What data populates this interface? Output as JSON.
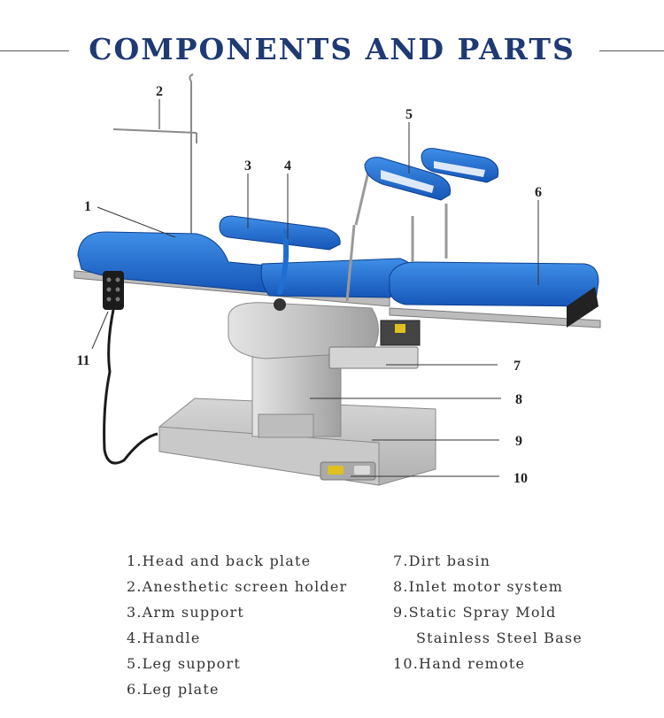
{
  "title": "COMPONENTS AND PARTS",
  "callouts": [
    "1",
    "2",
    "3",
    "4",
    "5",
    "6",
    "7",
    "8",
    "9",
    "10",
    "11"
  ],
  "legend_left": [
    "1.Head and back plate",
    "2.Anesthetic screen holder",
    "3.Arm support",
    "4.Handle",
    "5.Leg support",
    "6.Leg plate"
  ],
  "legend_right": [
    "7.Dirt basin",
    "8.Inlet motor system",
    "9.Static Spray Mold",
    "Stainless Steel Base",
    "10.Hand remote"
  ],
  "colors": {
    "title": "#1f3a73",
    "upholstery": "#1f6fd1",
    "steel": "#c8c8c8"
  }
}
